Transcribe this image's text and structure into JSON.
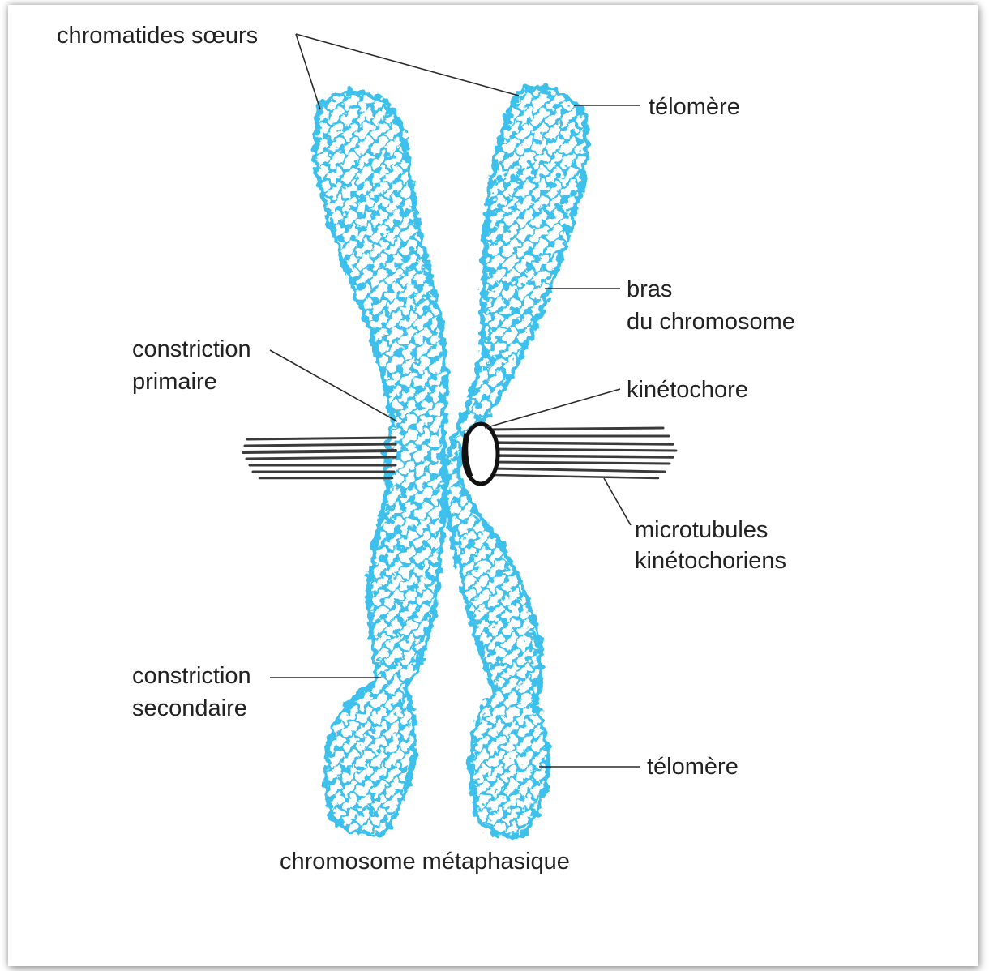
{
  "labels": {
    "chromatides_soeurs": "chromatides sœurs",
    "telomere_top": "télomère",
    "bras_line1": "bras",
    "bras_line2": "du chromosome",
    "constriction_primaire_line1": "constriction",
    "constriction_primaire_line2": "primaire",
    "kinetochore": "kinétochore",
    "microtubules_line1": "microtubules",
    "microtubules_line2": "kinétochoriens",
    "constriction_secondaire_line1": "constriction",
    "constriction_secondaire_line2": "secondaire",
    "telomere_bottom": "télomère",
    "caption": "chromosome métaphasique"
  },
  "colors": {
    "chromatin": "#3cc0ec",
    "chromatin_dark": "#1aa6d8",
    "microtubule": "#3a3a3a",
    "text": "#222222"
  }
}
